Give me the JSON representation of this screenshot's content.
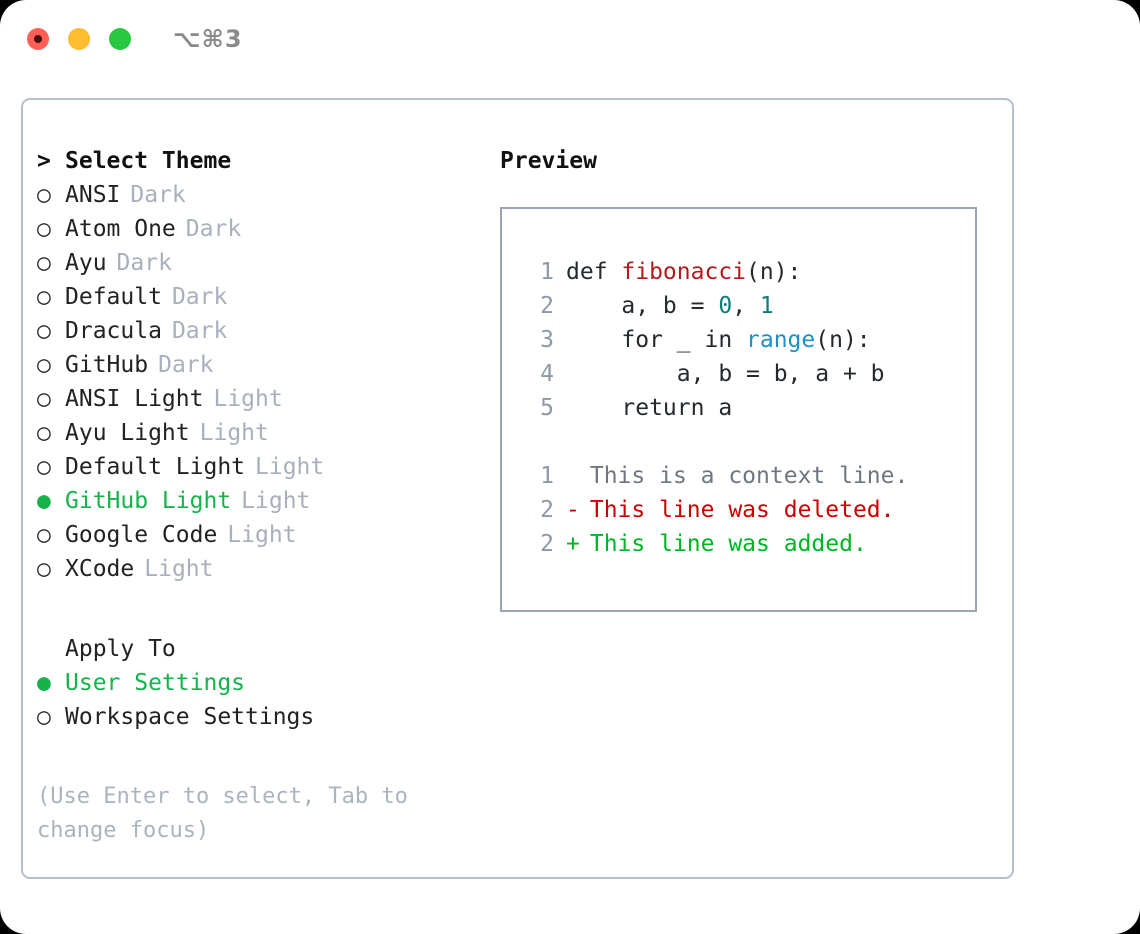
{
  "titlebar": {
    "shortcut": "⌥⌘3",
    "buttons": [
      "close",
      "minimize",
      "maximize"
    ]
  },
  "theme_list": {
    "header": {
      "prefix": ">",
      "label": "Select Theme"
    },
    "markers": {
      "selected": "●",
      "unselected": "○"
    },
    "items": [
      {
        "marker": "○",
        "label": "ANSI",
        "variant": "Dark",
        "selected": false
      },
      {
        "marker": "○",
        "label": "Atom One",
        "variant": "Dark",
        "selected": false
      },
      {
        "marker": "○",
        "label": "Ayu",
        "variant": "Dark",
        "selected": false
      },
      {
        "marker": "○",
        "label": "Default",
        "variant": "Dark",
        "selected": false
      },
      {
        "marker": "○",
        "label": "Dracula",
        "variant": "Dark",
        "selected": false
      },
      {
        "marker": "○",
        "label": "GitHub",
        "variant": "Dark",
        "selected": false
      },
      {
        "marker": "○",
        "label": "ANSI Light",
        "variant": "Light",
        "selected": false
      },
      {
        "marker": "○",
        "label": "Ayu Light",
        "variant": "Light",
        "selected": false
      },
      {
        "marker": "○",
        "label": "Default Light",
        "variant": "Light",
        "selected": false
      },
      {
        "marker": "●",
        "label": "GitHub Light",
        "variant": "Light",
        "selected": true
      },
      {
        "marker": "○",
        "label": "Google Code",
        "variant": "Light",
        "selected": false
      },
      {
        "marker": "○",
        "label": "XCode",
        "variant": "Light",
        "selected": false
      }
    ]
  },
  "apply_to": {
    "header": "Apply To",
    "items": [
      {
        "marker": "●",
        "label": "User Settings",
        "selected": true
      },
      {
        "marker": "○",
        "label": "Workspace Settings",
        "selected": false
      }
    ]
  },
  "hint": "(Use Enter to select, Tab to change focus)",
  "preview": {
    "title": "Preview",
    "code_lines": [
      {
        "number": "1",
        "segments": [
          {
            "text": "def ",
            "kind": "plain"
          },
          {
            "text": "fibonacci",
            "kind": "function"
          },
          {
            "text": "(n):",
            "kind": "plain"
          }
        ]
      },
      {
        "number": "2",
        "segments": [
          {
            "text": "    a, b = ",
            "kind": "plain"
          },
          {
            "text": "0",
            "kind": "number"
          },
          {
            "text": ", ",
            "kind": "plain"
          },
          {
            "text": "1",
            "kind": "number"
          }
        ]
      },
      {
        "number": "3",
        "segments": [
          {
            "text": "    for _ in ",
            "kind": "plain"
          },
          {
            "text": "range",
            "kind": "call"
          },
          {
            "text": "(n):",
            "kind": "plain"
          }
        ]
      },
      {
        "number": "4",
        "segments": [
          {
            "text": "        a, b = b, a + b",
            "kind": "plain"
          }
        ]
      },
      {
        "number": "5",
        "segments": [
          {
            "text": "    return a",
            "kind": "plain"
          }
        ]
      }
    ],
    "diff_lines": [
      {
        "number": "1",
        "sign": " ",
        "text": "This is a context line.",
        "kind": "context"
      },
      {
        "number": "2",
        "sign": "-",
        "text": "This line was deleted.",
        "kind": "deleted"
      },
      {
        "number": "2",
        "sign": "+",
        "text": "This line was added.",
        "kind": "added"
      }
    ]
  },
  "colors": {
    "accent_green": "#16b34a",
    "diff_added": "#00b524",
    "diff_deleted": "#cc0000",
    "diff_context": "#6e7781",
    "function_red": "#b01c1c",
    "number_teal": "#0a7d77",
    "call_blue": "#1d8fc4",
    "muted": "#a8b0bd",
    "border": "#b6bfcc"
  }
}
